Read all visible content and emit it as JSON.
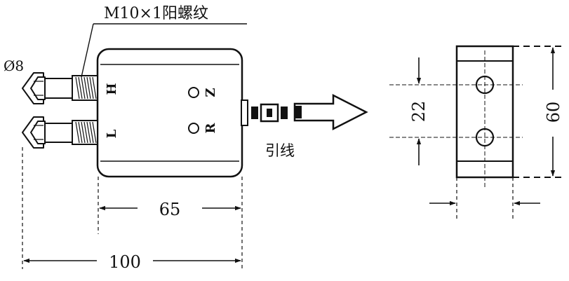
{
  "annotations": {
    "thread_callout": "M10×1阳螺纹",
    "diameter": "Ø8",
    "lead_wire": "引线",
    "port_high": "H",
    "port_low": "L",
    "terminal_z": "Z",
    "terminal_r": "R"
  },
  "dimensions": {
    "body_width": "65",
    "overall_length": "100",
    "hole_pitch": "22",
    "block_height": "60"
  },
  "colors": {
    "line": "#111111",
    "background": "#ffffff"
  }
}
